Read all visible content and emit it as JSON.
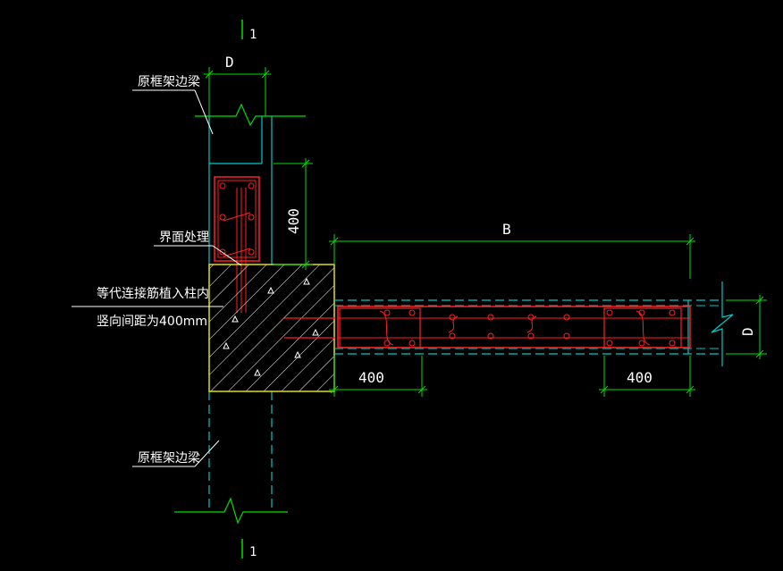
{
  "section_marks": {
    "top": "1",
    "bottom": "1"
  },
  "labels": {
    "beam_top": "原框架边梁",
    "beam_bottom": "原框架边梁",
    "interface": "界面处理",
    "rebar_note_line1": "等代连接筋植入柱内",
    "rebar_note_line2": "竖向间距为400mm"
  },
  "dimensions": {
    "column_width": "D",
    "vertical_400": "400",
    "span_b": "B",
    "beam_depth": "D",
    "left_400": "400",
    "right_400": "400"
  },
  "colors": {
    "background": "#000000",
    "concrete": "#00c8c8",
    "dimension": "#00e000",
    "rebar": "#ff2020",
    "new_block": "#e0e000",
    "text": "#ffffff"
  }
}
